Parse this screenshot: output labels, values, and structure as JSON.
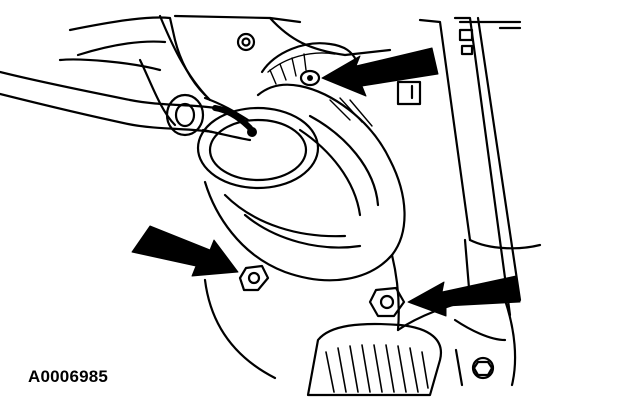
{
  "figure": {
    "id_label": "A0006985"
  },
  "colors": {
    "line": "#000000",
    "fill": "#ffffff"
  },
  "callouts": [
    {
      "name": "upper-fastener-arrow",
      "points_to": "upper-nut"
    },
    {
      "name": "left-fastener-arrow",
      "points_to": "lower-left-nut"
    },
    {
      "name": "right-fastener-arrow",
      "points_to": "lower-right-nut"
    }
  ]
}
